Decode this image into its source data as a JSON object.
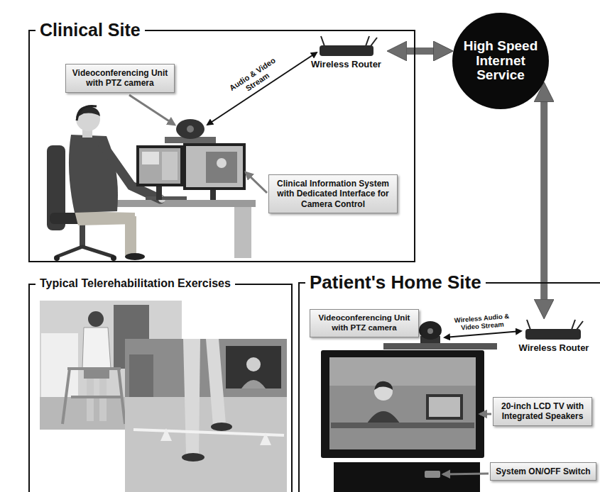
{
  "diagram": {
    "nodes": [
      {
        "text": [
          "Clinical Site"
        ]
      },
      {
        "text": [
          "Videoconferencing Unit with PTZ camera"
        ],
        "in": 0
      },
      {
        "text": [
          "Wireless Router"
        ],
        "in": 0
      },
      {
        "text": [
          "Clinical Information System with Dedicated Interface for Camera Control"
        ],
        "in": 0
      },
      {
        "text": [
          "High Speed Internet Service"
        ]
      },
      {
        "text": [
          "Typical Telerehabilitation Exercises"
        ]
      },
      {
        "text": [
          "Patient's Home Site"
        ]
      },
      {
        "text": [
          "Videoconferencing Unit with PTZ camera"
        ],
        "in": 6
      },
      {
        "text": [
          "Wireless Router"
        ],
        "in": 6
      },
      {
        "text": [
          "20-inch LCD TV with Integrated Speakers"
        ],
        "in": 6
      },
      {
        "text": [
          "System ON/OFF Switch"
        ],
        "in": 6
      }
    ],
    "edges": [
      {
        "from": 2,
        "to": 4,
        "arrow": "both"
      },
      {
        "from": 4,
        "to": 8,
        "arrow": "both"
      }
    ],
    "labels": [
      "Audio & Video Stream",
      "Wireless Audio & Video Stream"
    ]
  }
}
